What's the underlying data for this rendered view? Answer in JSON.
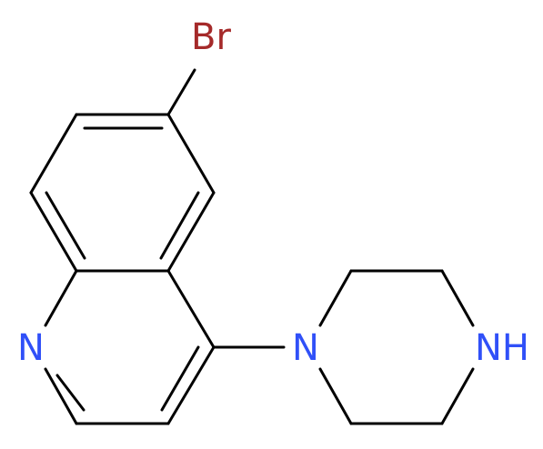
{
  "atoms": {
    "br": {
      "label": "Br",
      "color": "#A52A2A"
    },
    "n_quinoline": {
      "label": "N",
      "color": "#3050F8"
    },
    "n_piperazine_1": {
      "label": "N",
      "color": "#3050F8"
    },
    "n_piperazine_4": {
      "label": "NH",
      "color": "#3050F8"
    }
  },
  "bond_color": "#000000",
  "background": "#FFFFFF"
}
